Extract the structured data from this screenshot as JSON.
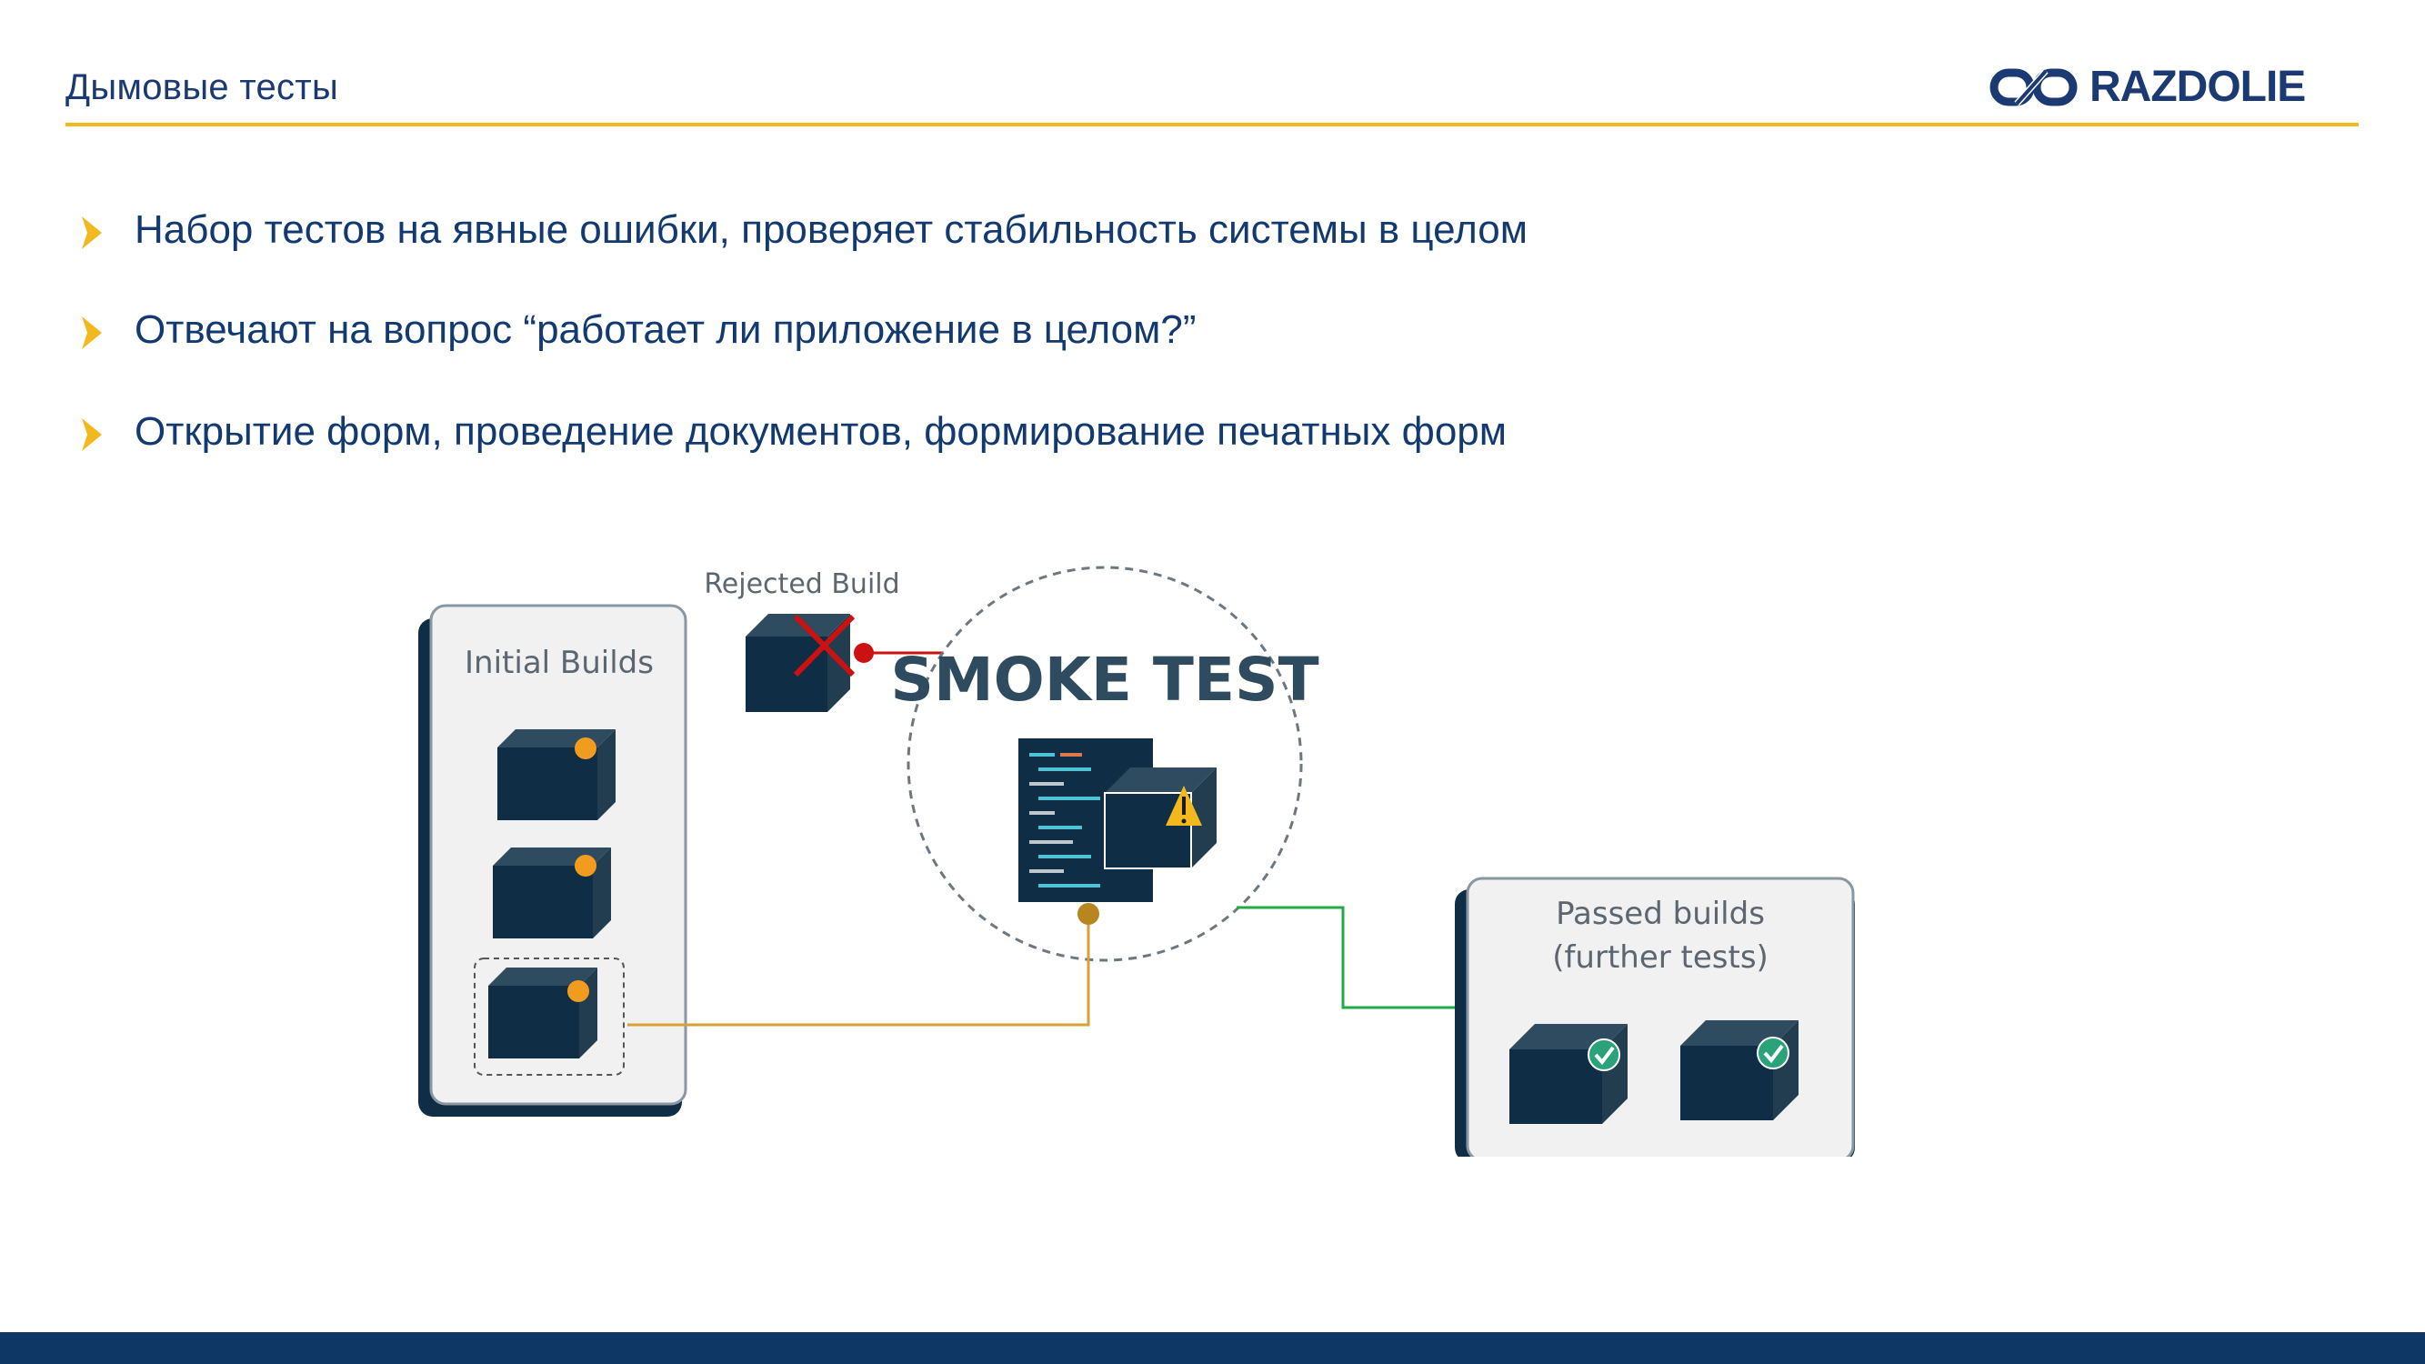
{
  "slide": {
    "title": "Дымовые тесты"
  },
  "logo": {
    "text": "RAZDOLIE",
    "icon": "razdolie-chain-icon"
  },
  "bullets": [
    "Набор тестов на явные ошибки, проверяет стабильность системы в целом",
    "Отвечают на вопрос “работает ли приложение в целом?”",
    "Открытие форм, проведение документов, формирование печатных форм"
  ],
  "diagram": {
    "rejected_label": "Rejected Build",
    "initial_label": "Initial Builds",
    "smoke_label": "SMOKE TEST",
    "passed_label_line1": "Passed builds",
    "passed_label_line2": "(further tests)"
  },
  "colors": {
    "accent_yellow": "#f2b91f",
    "brand_blue": "#1b3a73",
    "box_dark": "#0f2e45",
    "connector_orange": "#d9a036",
    "connector_red": "#cc1111",
    "connector_green": "#22aa44",
    "footer": "#0f3766"
  }
}
